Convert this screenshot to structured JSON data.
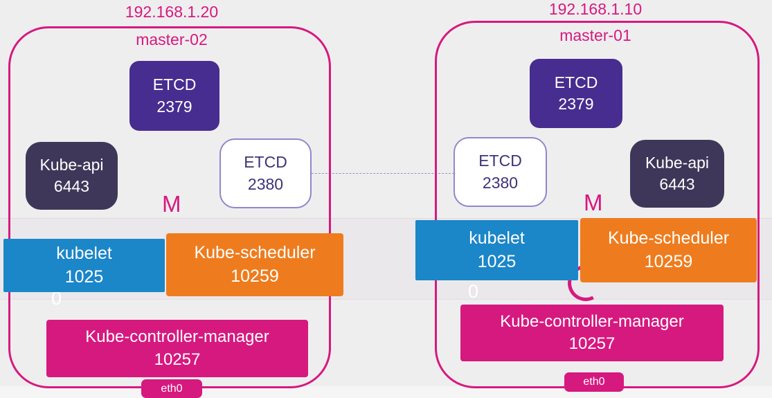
{
  "colors": {
    "pink": "#d6197f",
    "deep_purple": "#472d8f",
    "slate_purple": "#3f3759",
    "blue": "#1b86c8",
    "orange": "#ee7c1e",
    "background": "#efeeef"
  },
  "connector": {
    "type": "dashed-line",
    "links": "ETCD 2380 peers"
  },
  "nodes": [
    {
      "ip": "192.168.1.20",
      "name": "master-02",
      "etcd_client_name": "ETCD",
      "etcd_client_port": "2379",
      "kube_api_name": "Kube-api",
      "kube_api_port": "6443",
      "etcd_peer_name": "ETCD",
      "etcd_peer_port": "2380",
      "kubelet_name": "kubelet",
      "kubelet_port": "1025",
      "scheduler_name": "Kube-scheduler",
      "scheduler_port": "10259",
      "controller_name": "Kube-controller-manager",
      "controller_port": "10257",
      "eth_label": "eth0",
      "stray_m": "M",
      "stray_zero": "0"
    },
    {
      "ip": "192.168.1.10",
      "name": "master-01",
      "etcd_client_name": "ETCD",
      "etcd_client_port": "2379",
      "kube_api_name": "Kube-api",
      "kube_api_port": "6443",
      "etcd_peer_name": "ETCD",
      "etcd_peer_port": "2380",
      "kubelet_name": "kubelet",
      "kubelet_port": "1025",
      "scheduler_name": "Kube-scheduler",
      "scheduler_port": "10259",
      "controller_name": "Kube-controller-manager",
      "controller_port": "10257",
      "eth_label": "eth0",
      "stray_m": "M",
      "stray_zero": "0"
    }
  ]
}
